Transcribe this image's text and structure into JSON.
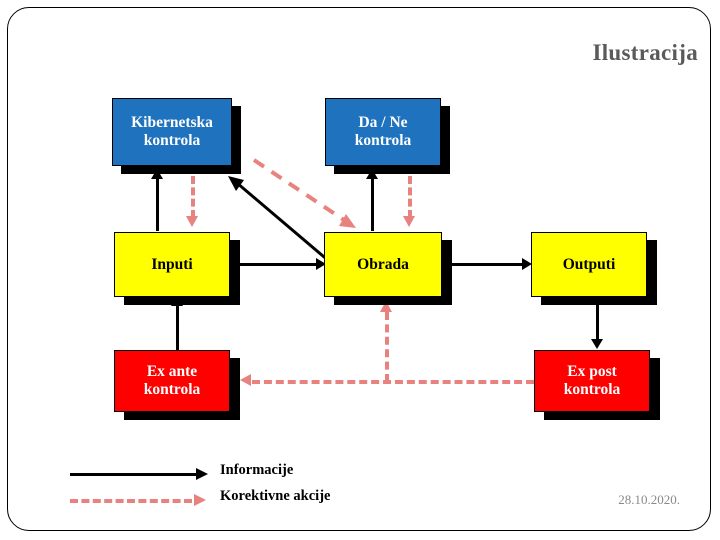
{
  "slide": {
    "title": "Ilustracija",
    "date": "28.10.2020."
  },
  "nodes": {
    "kibernetska": {
      "line1": "Kibernetska",
      "line2": "kontrola",
      "color": "#1f72bd"
    },
    "dane": {
      "line1": "Da / Ne",
      "line2": "kontrola",
      "color": "#1f72bd"
    },
    "inputi": {
      "line1": "Inputi",
      "color": "#ffff00"
    },
    "obrada": {
      "line1": "Obrada",
      "color": "#ffff00"
    },
    "outputi": {
      "line1": "Outputi",
      "color": "#ffff00"
    },
    "ex_ante": {
      "line1": "Ex ante",
      "line2": "kontrola",
      "color": "#ff0000"
    },
    "ex_post": {
      "line1": "Ex post",
      "line2": "kontrola",
      "color": "#ff0000"
    }
  },
  "legend": {
    "information_label": "Informacije",
    "corrective_label": "Korektivne akcije",
    "information_color": "#000000",
    "corrective_color": "#e8827f"
  }
}
